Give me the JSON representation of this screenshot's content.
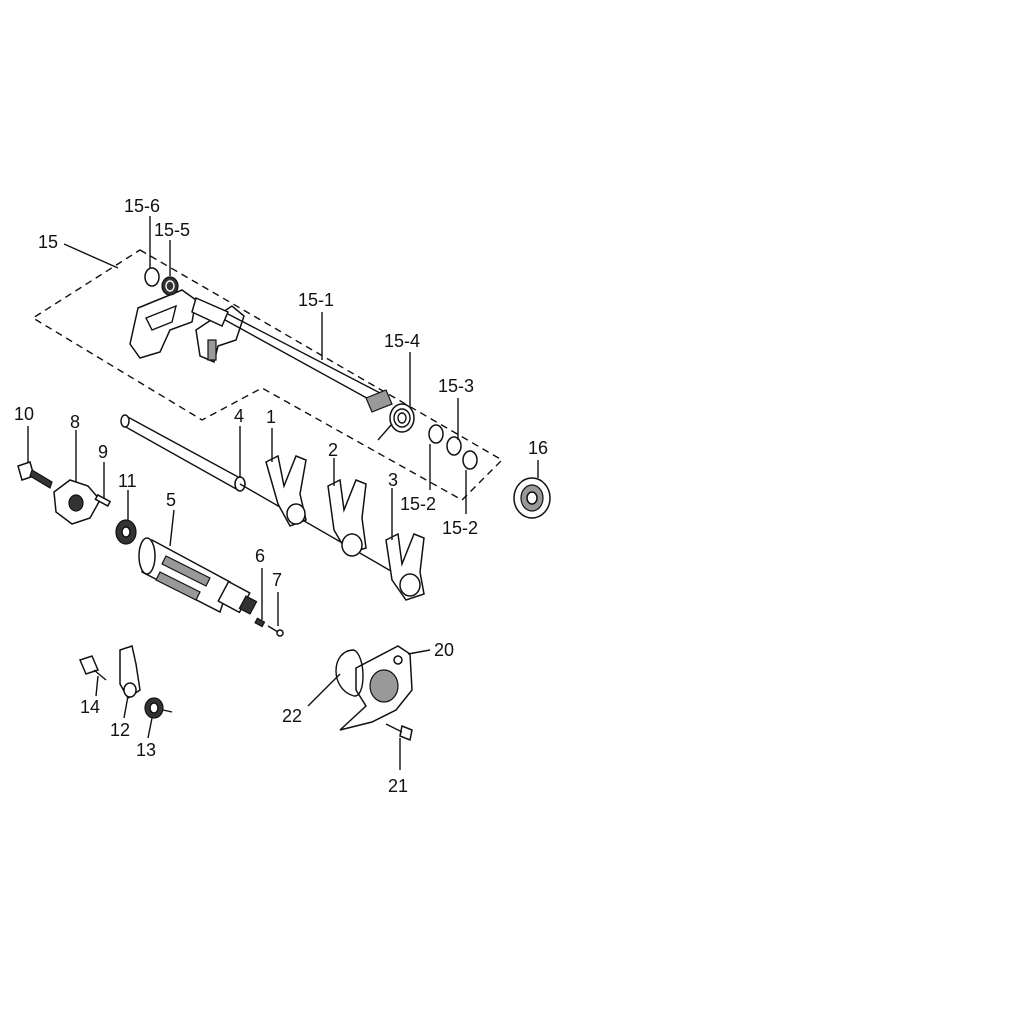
{
  "diagram": {
    "labels": {
      "p15": "15",
      "p15_6": "15-6",
      "p15_5": "15-5",
      "p15_1": "15-1",
      "p15_4": "15-4",
      "p15_3": "15-3",
      "p15_2a": "15-2",
      "p15_2b": "15-2",
      "p16": "16",
      "p10": "10",
      "p8": "8",
      "p9": "9",
      "p11": "11",
      "p4": "4",
      "p1": "1",
      "p2": "2",
      "p3": "3",
      "p5": "5",
      "p6": "6",
      "p7": "7",
      "p20": "20",
      "p22": "22",
      "p21": "21",
      "p14": "14",
      "p12": "12",
      "p13": "13"
    }
  }
}
